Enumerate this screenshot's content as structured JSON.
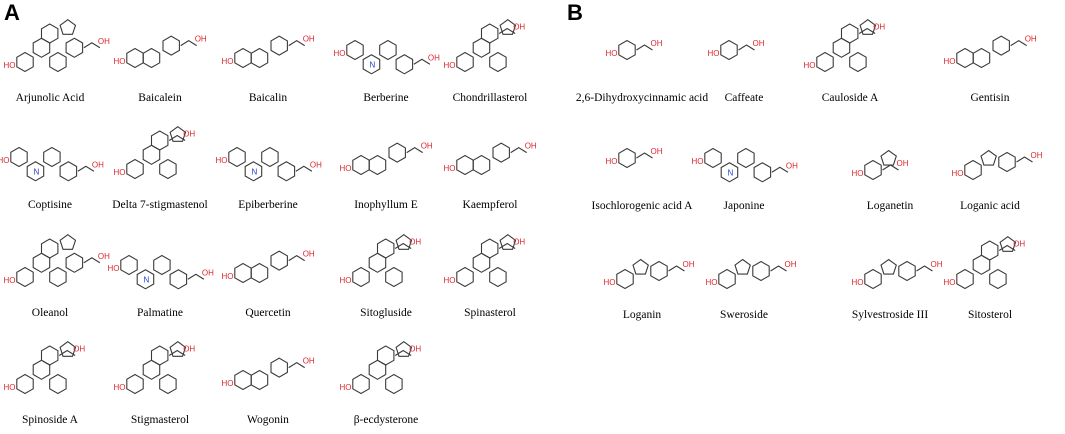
{
  "panels": [
    {
      "letter": "A",
      "compounds": [
        {
          "name": "Arjunolic Acid",
          "icon": "triterpenoid-structure-icon"
        },
        {
          "name": "Baicalein",
          "icon": "flavone-structure-icon"
        },
        {
          "name": "Baicalin",
          "icon": "flavone-glycoside-structure-icon"
        },
        {
          "name": "Berberine",
          "icon": "isoquinoline-alkaloid-structure-icon"
        },
        {
          "name": "Chondrillasterol",
          "icon": "sterol-structure-icon"
        },
        {
          "name": "Coptisine",
          "icon": "isoquinoline-alkaloid-structure-icon"
        },
        {
          "name": "Delta 7-stigmastenol",
          "icon": "sterol-structure-icon"
        },
        {
          "name": "Epiberberine",
          "icon": "isoquinoline-alkaloid-structure-icon"
        },
        {
          "name": "Inophyllum E",
          "icon": "coumarin-structure-icon"
        },
        {
          "name": "Kaempferol",
          "icon": "flavonol-structure-icon"
        },
        {
          "name": "Oleanol",
          "icon": "triterpenoid-structure-icon"
        },
        {
          "name": "Palmatine",
          "icon": "isoquinoline-alkaloid-structure-icon"
        },
        {
          "name": "Quercetin",
          "icon": "flavonol-structure-icon"
        },
        {
          "name": "Sitogluside",
          "icon": "sterol-glycoside-structure-icon"
        },
        {
          "name": "Spinasterol",
          "icon": "sterol-structure-icon"
        },
        {
          "name": "Spinoside A",
          "icon": "saponin-structure-icon"
        },
        {
          "name": "Stigmasterol",
          "icon": "sterol-structure-icon"
        },
        {
          "name": "Wogonin",
          "icon": "flavone-structure-icon"
        },
        {
          "name": "β-ecdysterone",
          "icon": "ecdysteroid-structure-icon"
        }
      ]
    },
    {
      "letter": "B",
      "compounds": [
        {
          "name": "2,6-Dihydroxycinnamic acid",
          "icon": "cinnamic-acid-structure-icon"
        },
        {
          "name": "Caffeate",
          "icon": "cinnamic-acid-structure-icon"
        },
        {
          "name": "Cauloside A",
          "icon": "saponin-structure-icon"
        },
        {
          "name": "Gentisin",
          "icon": "xanthone-structure-icon"
        },
        {
          "name": "Isochlorogenic acid A",
          "icon": "caffeoylquinic-acid-structure-icon"
        },
        {
          "name": "Japonine",
          "icon": "quinolone-alkaloid-structure-icon"
        },
        {
          "name": "Loganetin",
          "icon": "iridoid-structure-icon"
        },
        {
          "name": "Loganic acid",
          "icon": "iridoid-glycoside-structure-icon"
        },
        {
          "name": "Loganin",
          "icon": "iridoid-glycoside-structure-icon"
        },
        {
          "name": "Sweroside",
          "icon": "secoiridoid-glycoside-structure-icon"
        },
        {
          "name": "Sylvestroside III",
          "icon": "bis-iridoid-structure-icon"
        },
        {
          "name": "Sitosterol",
          "icon": "sterol-structure-icon"
        }
      ]
    }
  ]
}
